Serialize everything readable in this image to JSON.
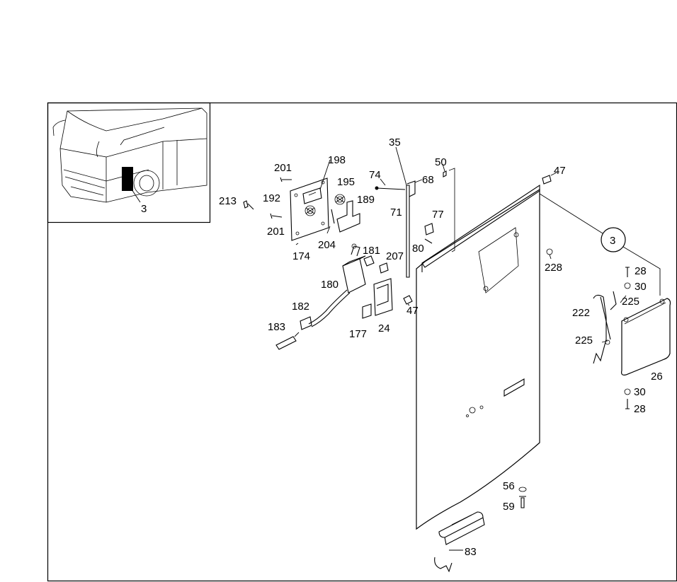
{
  "labels": {
    "inset": "3",
    "group_ref": "3",
    "p35": "35",
    "p50": "50",
    "p74": "74",
    "p68": "68",
    "p47_top": "47",
    "p201_top": "201",
    "p198": "198",
    "p195": "195",
    "p213": "213",
    "p192": "192",
    "p189": "189",
    "p201_bottom": "201",
    "p204": "204",
    "p174": "174",
    "p71": "71",
    "p77": "77",
    "p80": "80",
    "p181": "181",
    "p207": "207",
    "p228": "228",
    "p180": "180",
    "p47_mid": "47",
    "p28_top": "28",
    "p30_top": "30",
    "p225_top": "225",
    "p222": "222",
    "p182": "182",
    "p183": "183",
    "p177": "177",
    "p24": "24",
    "p225_mid": "225",
    "p26": "26",
    "p30_bottom": "30",
    "p28_bottom": "28",
    "p56": "56",
    "p59": "59",
    "p83": "83"
  }
}
